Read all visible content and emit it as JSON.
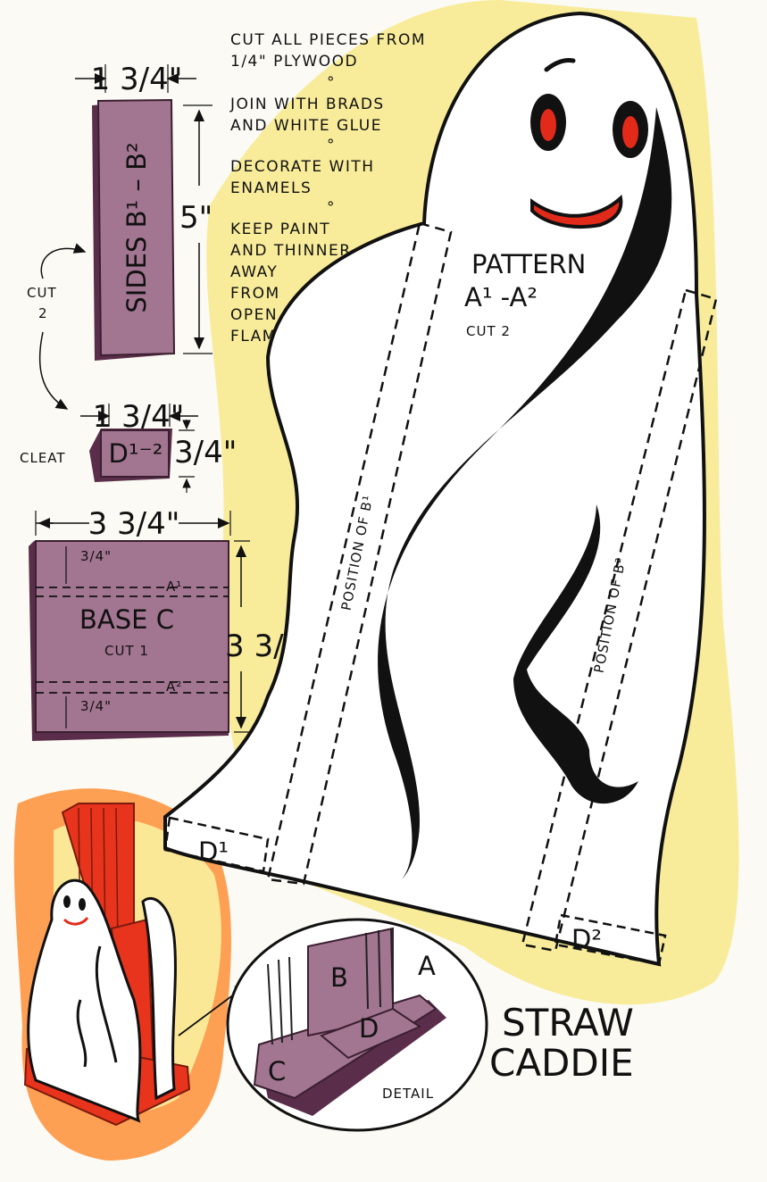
{
  "colors": {
    "paper": "#fbfaf4",
    "yellow": "#f7e98a",
    "orange": "#ff8a2a",
    "plywood": "#a27591",
    "plywood_side": "#5a2e4a",
    "red": "#e8341c",
    "ink": "#111111",
    "eye": "#e22a1a"
  },
  "instructions": {
    "step1_line1": "CUT ALL PIECES FROM",
    "step1_line2": "1/4\" PLYWOOD",
    "step2_line1": "JOIN WITH BRADS",
    "step2_line2": "AND WHITE GLUE",
    "step3_line1": "DECORATE WITH",
    "step3_line2": "ENAMELS",
    "step4_line1": "KEEP PAINT",
    "step4_line2": "AND THINNER",
    "step4_line3": "AWAY",
    "step4_line4": "FROM",
    "step4_line5": "OPEN",
    "step4_line6": "FLAME",
    "bullet": "°"
  },
  "sides_piece": {
    "width_label": "1 3/4\"",
    "height_label": "5\"",
    "label": "SIDES B¹ – B²",
    "cut_line1": "CUT",
    "cut_line2": "2"
  },
  "cleat_piece": {
    "name_label": "CLEAT",
    "width_label": "1 3/4\"",
    "height_label": "3/4\"",
    "label": "D¹⁻²"
  },
  "base_piece": {
    "width_label": "3 3/4\"",
    "height_label": "3 3/4\"",
    "label": "BASE C",
    "cut": "CUT 1",
    "inset_top": "3/4\"",
    "inset_bottom": "3/4\"",
    "line_top": "A¹",
    "line_bottom": "A²"
  },
  "pattern": {
    "title": "PATTERN",
    "parts": "A¹ -A²",
    "cut": "CUT 2",
    "position_b1": "POSITION OF B¹",
    "position_b2": "POSITION OF B²",
    "cleat_d1": "D¹",
    "cleat_d2": "D²"
  },
  "detail": {
    "a": "A",
    "b": "B",
    "c": "C",
    "d": "D",
    "caption": "DETAIL"
  },
  "title": {
    "line1": "STRAW",
    "line2": "CADDIE"
  }
}
